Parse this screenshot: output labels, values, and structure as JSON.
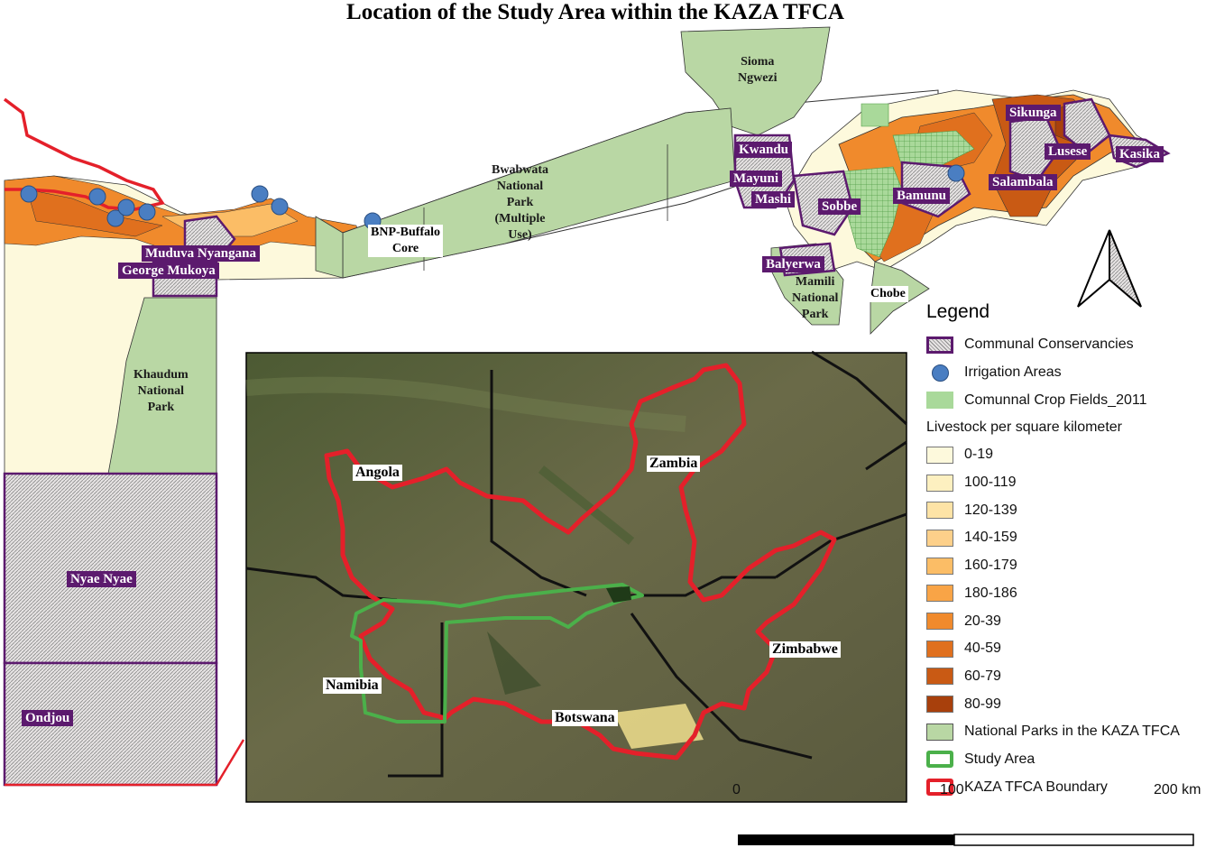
{
  "title": "Location of the Study Area within the KAZA TFCA",
  "labels": {
    "sioma": "Sioma\nNgwezi",
    "bwabwata": "Bwabwata\nNational\nPark\n(Multiple\nUse)",
    "bnp_buffalo": "BNP-Buffalo\nCore",
    "khaudum": "Khaudum\nNational\nPark",
    "mamili": "Mamili\nNational\nPark",
    "chobe": "Chobe",
    "kwandu": "Kwandu",
    "mayuni": "Mayuni",
    "mashi": "Mashi",
    "sobbe": "Sobbe",
    "bamunu": "Bamunu",
    "salambala": "Salambala",
    "sikunga": "Sikunga",
    "lusese": "Lusese",
    "kasika": "Kasika",
    "balyerwa": "Balyerwa",
    "muduva": "Muduva Nyangana",
    "george": "George Mukoya",
    "nyae": "Nyae Nyae",
    "ondjou": "Ondjou"
  },
  "inset": {
    "angola": "Angola",
    "zambia": "Zambia",
    "namibia": "Namibia",
    "botswana": "Botswana",
    "zimbabwe": "Zimbabwe"
  },
  "legend": {
    "title": "Legend",
    "items": [
      {
        "label": "Communal Conservancies",
        "icon": "hatch-purple-box"
      },
      {
        "label": "Irrigation Areas",
        "icon": "blue-circle"
      },
      {
        "label": "Comunnal Crop Fields_2011",
        "icon": "light-green-box"
      }
    ],
    "livestock_title": "Livestock per square kilometer",
    "livestock": [
      {
        "label": "0-19",
        "color": "#fdf9dc"
      },
      {
        "label": "100-119",
        "color": "#fdf0c0"
      },
      {
        "label": "120-139",
        "color": "#fde3a6"
      },
      {
        "label": "140-159",
        "color": "#fdd08a"
      },
      {
        "label": "160-179",
        "color": "#fbbd66"
      },
      {
        "label": "180-186",
        "color": "#f9a446"
      },
      {
        "label": "20-39",
        "color": "#f08a2c"
      },
      {
        "label": "40-59",
        "color": "#e0701e"
      },
      {
        "label": "60-79",
        "color": "#c95a14"
      },
      {
        "label": "80-99",
        "color": "#a8400c"
      }
    ],
    "extra": [
      {
        "label": "National Parks in the KAZA TFCA",
        "icon": "park-green-box"
      },
      {
        "label": "Study Area",
        "icon": "green-outline-box"
      },
      {
        "label": "KAZA TFCA Boundary",
        "icon": "red-outline-box"
      }
    ]
  },
  "scalebar": {
    "labels": [
      "0",
      "100",
      "200 km"
    ]
  },
  "colors": {
    "park_green": "#b9d7a4",
    "conservancy_purple": "#5c1a6e",
    "irrigation_blue": "#4a7ec2",
    "kaza_red": "#e4202a",
    "study_green": "#4bb04a",
    "satellite": "#5e6440"
  }
}
